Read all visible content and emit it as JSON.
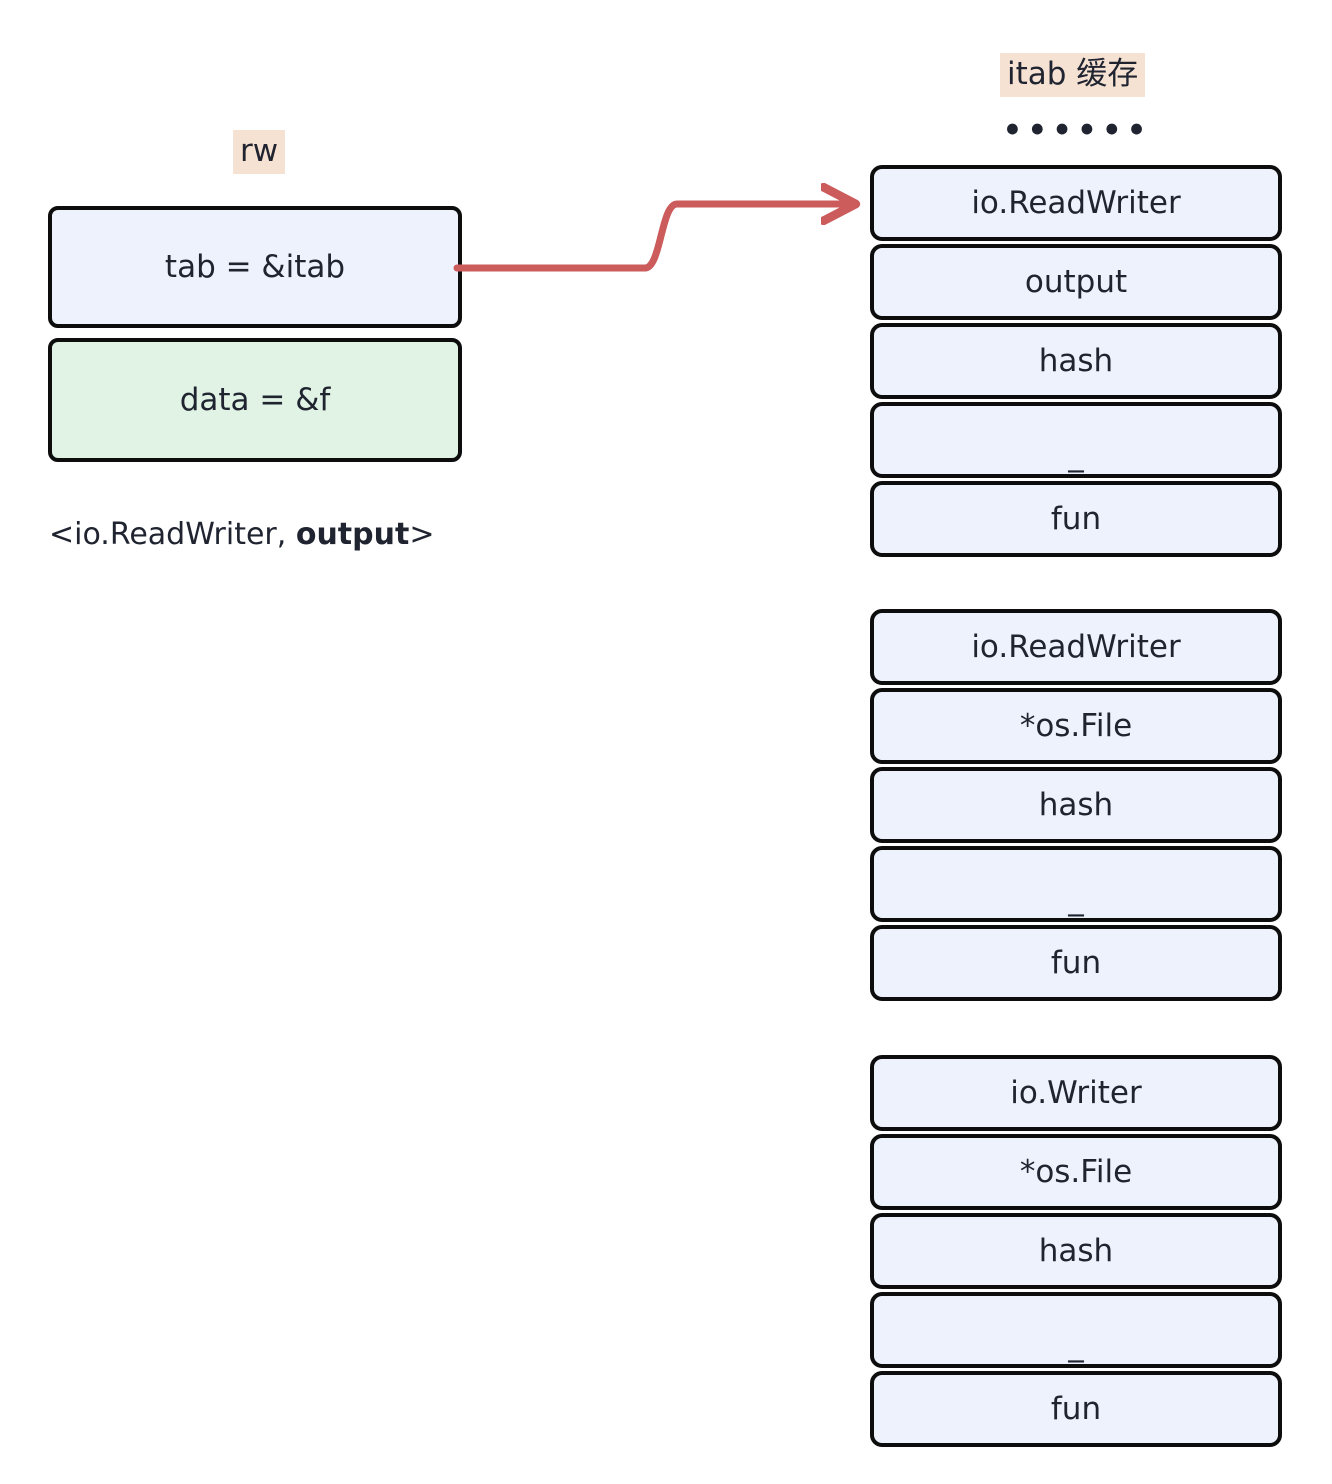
{
  "diagram": {
    "title_left": "rw",
    "title_right": "itab 缓存",
    "ellipsis": "••••••",
    "colors": {
      "box_blue": "#edf2fc",
      "box_green": "#e0f3e4",
      "highlight_peach": "#f6e2d3",
      "border_black": "#0d0d0d",
      "arrow_red": "#cc5b5b",
      "text": "#1f2430"
    }
  },
  "interface_value": {
    "label": "rw",
    "rows": [
      {
        "text": "tab = &itab",
        "fill": "blue"
      },
      {
        "text": "data = &f",
        "fill": "green"
      }
    ],
    "caption_prefix": "<io.ReadWriter, ",
    "caption_bold": "output",
    "caption_suffix": ">"
  },
  "itab_cache": {
    "title": "itab 缓存",
    "ellipsis": "••••••",
    "blocks": [
      {
        "rows": [
          {
            "text": "io.ReadWriter"
          },
          {
            "text": "output"
          },
          {
            "text": "hash"
          },
          {
            "text": "_"
          },
          {
            "text": "fun"
          }
        ]
      },
      {
        "rows": [
          {
            "text": "io.ReadWriter"
          },
          {
            "text": "*os.File"
          },
          {
            "text": "hash"
          },
          {
            "text": "_"
          },
          {
            "text": "fun"
          }
        ]
      },
      {
        "rows": [
          {
            "text": "io.Writer"
          },
          {
            "text": "*os.File"
          },
          {
            "text": "hash"
          },
          {
            "text": "_"
          },
          {
            "text": "fun"
          }
        ]
      }
    ]
  },
  "connector": {
    "from": "tab = &itab",
    "to": "io.ReadWriter",
    "style": "s-curve-arrow",
    "color": "#cc5b5b"
  }
}
